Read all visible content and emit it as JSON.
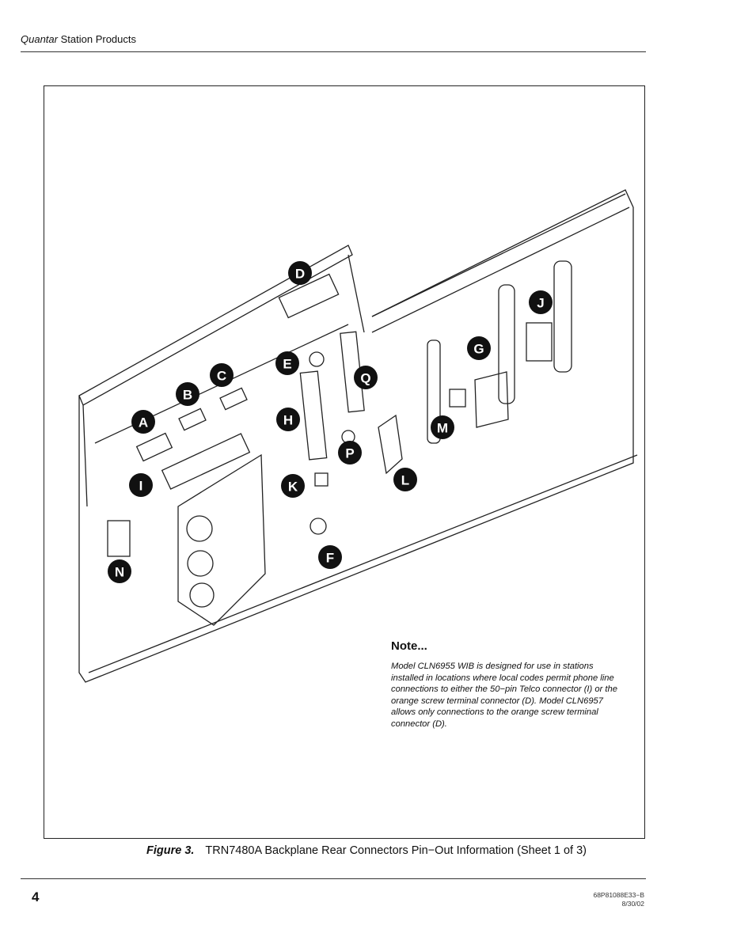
{
  "header": {
    "brand": "Quantar",
    "title": "Station Products"
  },
  "figure": {
    "callouts": [
      "A",
      "B",
      "C",
      "D",
      "E",
      "F",
      "G",
      "H",
      "I",
      "J",
      "K",
      "L",
      "M",
      "N",
      "P",
      "Q"
    ],
    "note": {
      "title": "Note...",
      "text": "Model CLN6955 WIB is designed for use in stations installed in locations where local codes permit phone line connections to either the 50−pin Telco connector (I) or the orange screw terminal connector (D). Model CLN6957 allows only connections to the orange screw terminal connector (D)."
    },
    "caption_label": "Figure 3.",
    "caption_text": "TRN7480A Backplane Rear Connectors Pin−Out Information (Sheet 1 of 3)"
  },
  "footer": {
    "page_number": "4",
    "doc_number": "68P81088E33−B",
    "date": "8/30/02"
  }
}
